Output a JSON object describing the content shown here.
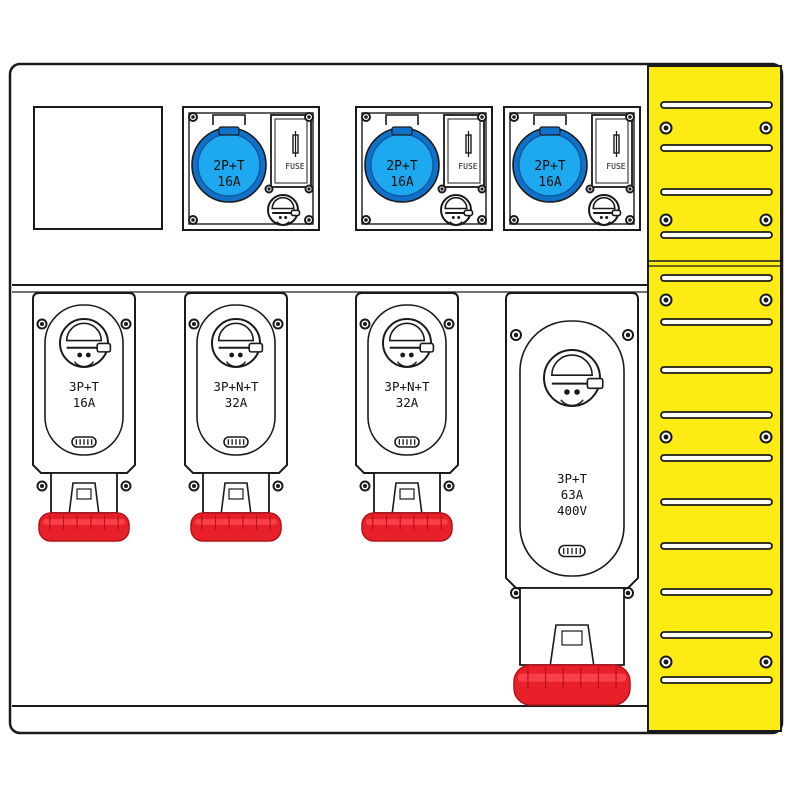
{
  "colors": {
    "panel_bg": "#ffffff",
    "outline": "#1a1a1a",
    "yellow_strip": "#ffeb14",
    "blue_socket": "#1ea8f0",
    "blue_socket_dark": "#1170c8",
    "red_cap": "#e8202a",
    "red_cap_dark": "#b5121a"
  },
  "blank_module": {
    "icon": "blank-cover-plate"
  },
  "fused_sockets": [
    {
      "rating": "2P+T",
      "current": "16A",
      "fuse_label": "FUSE",
      "icon": "blue-socket-with-fuse-holder"
    },
    {
      "rating": "2P+T",
      "current": "16A",
      "fuse_label": "FUSE",
      "icon": "blue-socket-with-fuse-holder"
    },
    {
      "rating": "2P+T",
      "current": "16A",
      "fuse_label": "FUSE",
      "icon": "blue-socket-with-fuse-holder"
    }
  ],
  "interlocked_sockets": [
    {
      "rating": "3P+T",
      "current": "16A",
      "icon": "red-interlocked-socket"
    },
    {
      "rating": "3P+N+T",
      "current": "32A",
      "icon": "red-interlocked-socket"
    },
    {
      "rating": "3P+N+T",
      "current": "32A",
      "icon": "red-interlocked-socket"
    }
  ],
  "large_socket": {
    "rating": "3P+T",
    "current": "63A",
    "voltage": "400V",
    "icon": "red-large-interlocked-socket"
  },
  "yellow_strip": {
    "icon": "yellow-blanking-strip"
  }
}
